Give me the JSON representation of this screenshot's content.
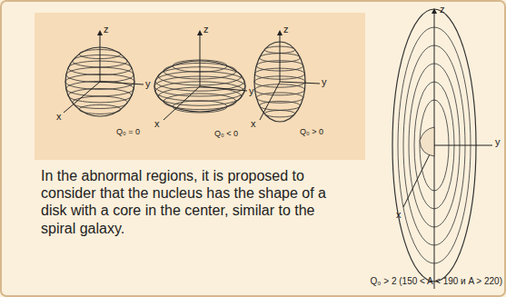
{
  "diagram": {
    "labels": [
      "z",
      "y",
      "x",
      "Q₀ = 0",
      "z",
      "y",
      "x",
      "Q₀ < 0",
      "z",
      "y",
      "x",
      "Q₀ > 0",
      "In the abnormal regions, it is proposed to consider that the nucleus has the shape of a disk with a core in the center, similar to the spiral galaxy.",
      "z",
      "y",
      "x",
      "Q₀ > 2 (150 < A < 190 и A > 220)"
    ]
  }
}
